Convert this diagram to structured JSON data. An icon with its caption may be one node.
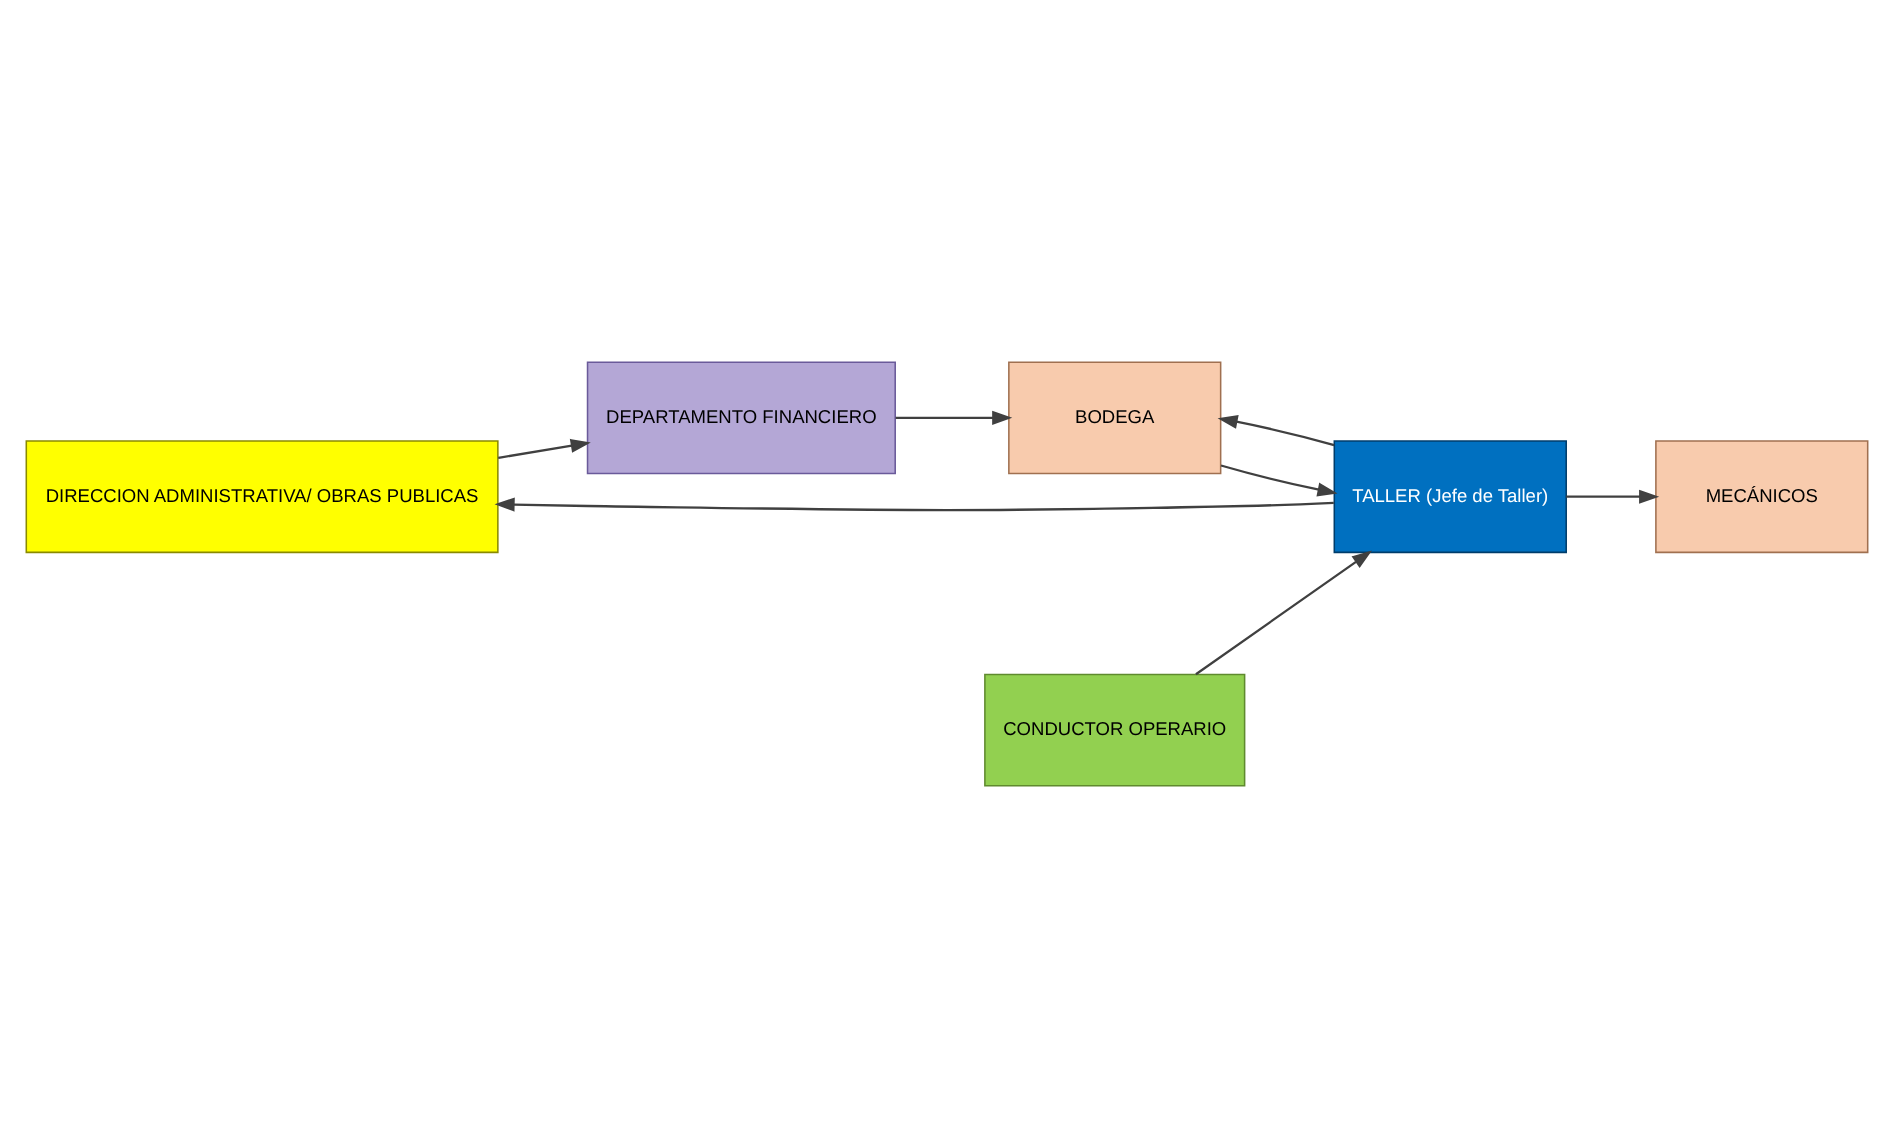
{
  "diagram": {
    "nodes": [
      {
        "text": [
          "DIRECCION ADMINISTRATIVA/ OBRAS PUBLICAS"
        ]
      },
      {
        "text": [
          "DEPARTAMENTO FINANCIERO"
        ]
      },
      {
        "text": [
          "MECÁNICOS"
        ]
      },
      {
        "text": [
          "CONDUCTOR OPERARIO"
        ]
      },
      {
        "text": [
          "TALLER (Jefe de Taller)"
        ]
      },
      {
        "text": [
          "BODEGA"
        ]
      }
    ],
    "edges": [
      {
        "from": 3,
        "to": 4,
        "arrow": "to"
      },
      {
        "from": 4,
        "to": 0,
        "arrow": "to"
      },
      {
        "from": 0,
        "to": 1,
        "arrow": "to"
      },
      {
        "from": 1,
        "to": 5,
        "arrow": "to"
      },
      {
        "from": 4,
        "to": 2,
        "arrow": "to"
      },
      {
        "from": 4,
        "to": 5,
        "arrow": "to"
      },
      {
        "from": 5,
        "to": 4,
        "arrow": "to"
      }
    ]
  }
}
